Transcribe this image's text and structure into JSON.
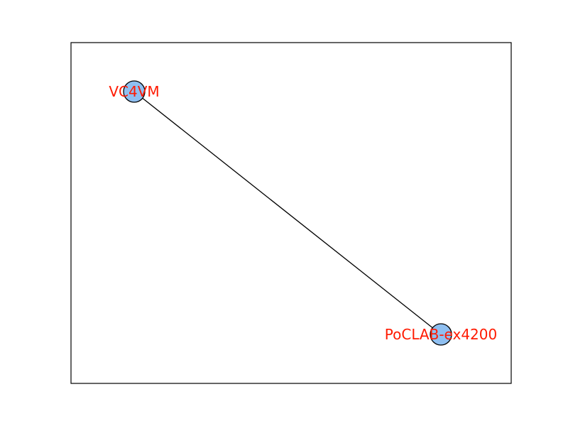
{
  "graph": {
    "nodes": [
      {
        "id": "n1",
        "label": "VC4VM"
      },
      {
        "id": "n2",
        "label": "PoCLAB-ex4200"
      }
    ],
    "edges": [
      {
        "source": "n1",
        "target": "n2"
      }
    ],
    "colors": {
      "node_fill": "#8fbff0",
      "node_stroke": "#000000",
      "edge": "#000000",
      "label": "#ff1a00",
      "frame": "#000000",
      "background": "#ffffff"
    }
  }
}
